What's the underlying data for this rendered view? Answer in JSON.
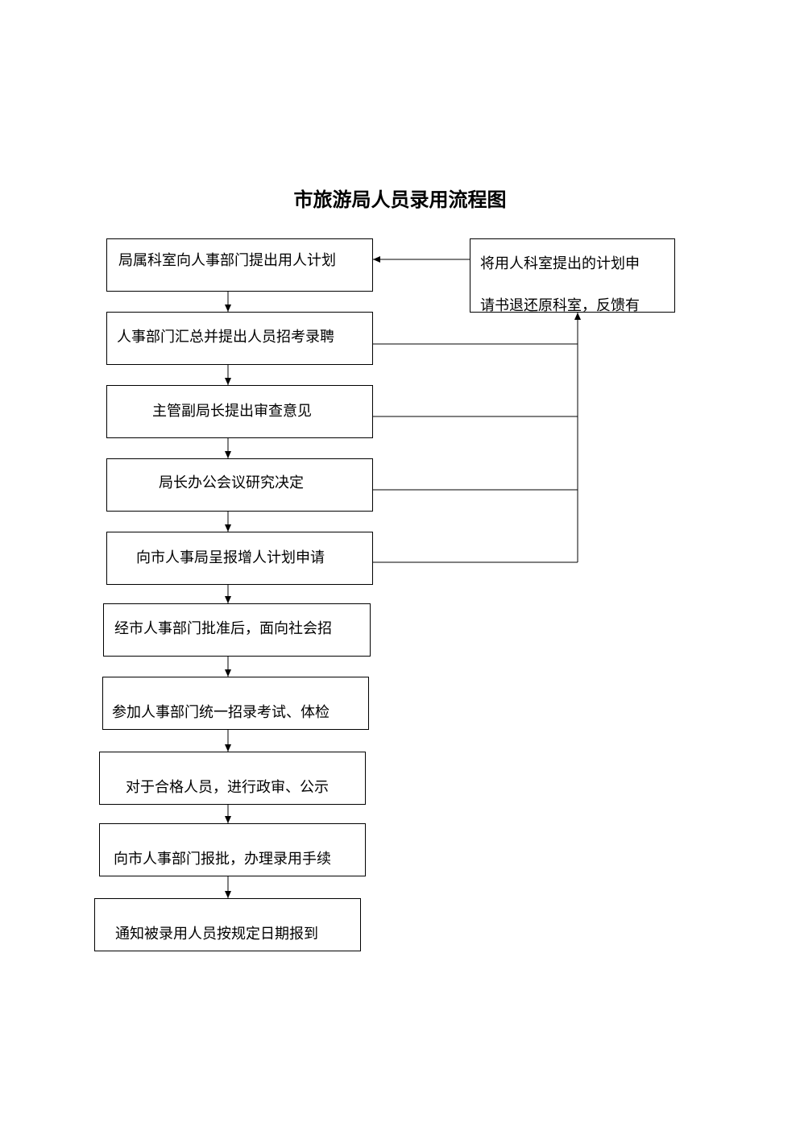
{
  "title": "市旅游局人员录用流程图",
  "steps": [
    "局属科室向人事部门提出用人计划",
    "人事部门汇总并提出人员招考录聘",
    "主管副局长提出审查意见",
    "局长办公会议研究决定",
    "向市人事局呈报增人计划申请",
    "经市人事部门批准后，面向社会招",
    "参加人事部门统一招录考试、体检",
    "对于合格人员，进行政审、公示",
    "向市人事部门报批，办理录用手续",
    "通知被录用人员按规定日期报到"
  ],
  "return_box": {
    "line1": "将用人科室提出的计划申",
    "line2": "请书退还原科室，反馈有"
  },
  "colors": {
    "stroke": "#000000",
    "background": "#ffffff"
  }
}
